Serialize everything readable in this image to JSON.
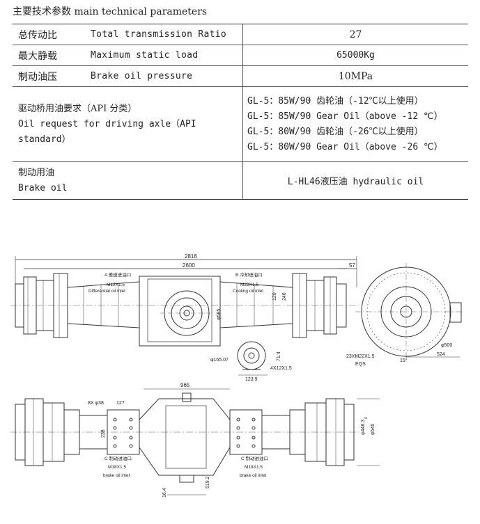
{
  "title": "主要技术参数 main technical parameters",
  "specs": {
    "ratio": {
      "cn": "总传动比",
      "en": "Total transmission Ratio",
      "value": "27"
    },
    "load": {
      "cn": "最大静载",
      "en": "Maximum static load",
      "value": "65000Kg"
    },
    "brake_pressure": {
      "cn": "制动油压",
      "en": "Brake oil pressure",
      "value": "10MPa"
    },
    "oil": {
      "cn": "驱动桥用油要求（API 分类）",
      "en1": "Oil request for driving axle（API",
      "en2": "standard）",
      "lines": [
        "GL-5：85W/90 齿轮油（-12℃以上使用）",
        "GL-5：85W/90 Gear Oil（above -12 ℃）",
        "GL-5：80W/90 齿轮油（-26℃以上使用）",
        "GL-5：80W/90 Gear Oil（above -26 ℃）"
      ]
    },
    "brake_oil": {
      "cn": "制动用油",
      "en": "Brake oil",
      "value": "L-HL46液压油 hydraulic oil"
    }
  },
  "drawing": {
    "dims": {
      "d2816": "2816",
      "d2600": "2600",
      "d57": "57",
      "d120": "120",
      "d246": "246",
      "d585": "φ585",
      "d500": "φ500",
      "d524": "524",
      "d15": "15°",
      "d71": "71.4",
      "d165": "φ165.07",
      "d1239": "123.9",
      "d4x": "4X12X1.5",
      "d23": "23XM22X1.5",
      "eqs": "EQS",
      "d965": "965",
      "d8x": "8X φ38",
      "d127": "127",
      "d238": "238",
      "d448": "φ448.3",
      "d448b": "0",
      "d545": "φ545",
      "d164": "16.4",
      "d5192": "519.2"
    },
    "labels": {
      "a_cn": "A  差速进油口",
      "a_m": "M12X1.5",
      "a_en": "Differential oil inlet",
      "b_cn": "B  冷却进油口",
      "b_m": "M22X1.5",
      "b_en": "Cooling oil inlet",
      "c1_cn": "C  制动进油口",
      "c1_m": "M18X1.5",
      "c1_en": "brake oil inlet",
      "c2_cn": "C  制动进油口",
      "c2_m": "M18X1.5",
      "c2_en": "brake oil inlet"
    }
  }
}
